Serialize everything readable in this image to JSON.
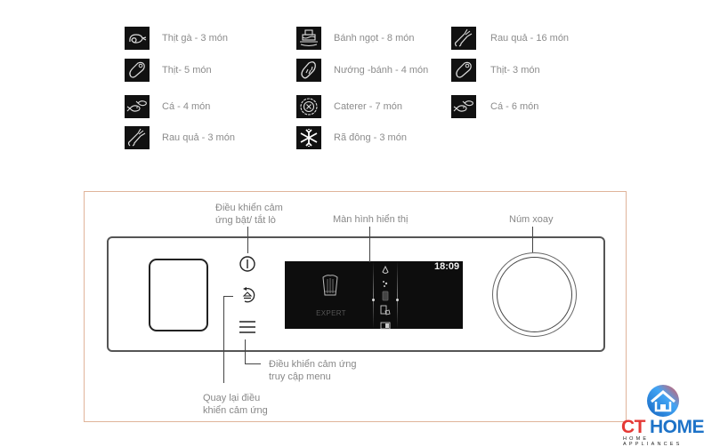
{
  "programs": {
    "col1": [
      {
        "icon": "chicken-icon",
        "label": "Thịt gà - 3 món"
      },
      {
        "icon": "meat-icon",
        "label": "Thịt- 5 món"
      },
      {
        "icon": "fish-icon",
        "label": "Cá - 4 món"
      },
      {
        "icon": "vegetable-icon",
        "label": "Rau quả - 3 món"
      }
    ],
    "col2": [
      {
        "icon": "cake-icon",
        "label": "Bánh ngọt - 8 món"
      },
      {
        "icon": "bread-icon",
        "label": "Nướng -bánh - 4 món"
      },
      {
        "icon": "caterer-icon",
        "label": "Caterer - 7 món"
      },
      {
        "icon": "snowflake-icon",
        "label": "Rã đông - 3 món"
      }
    ],
    "col3": [
      {
        "icon": "vegetable-icon",
        "label": "Rau quả - 16 món"
      },
      {
        "icon": "meat-icon",
        "label": "Thịt- 3 món"
      },
      {
        "icon": "fish-icon",
        "label": "Cá - 6 món"
      }
    ]
  },
  "panel": {
    "screen": {
      "mode_label": "EXPERT",
      "time": "18:09"
    }
  },
  "annotations": {
    "power": "Điều khiển cảm ứng bật/ tắt lò",
    "power_line1": "Điều khiển cảm",
    "power_line2": "ứng bật/ tắt lò",
    "display": "Màn hình hiển thị",
    "knob": "Núm xoay",
    "menu_line1": "Điều khiển cảm ứng",
    "menu_line2": "truy cập menu",
    "back_line1": "Quay lại điều",
    "back_line2": "khiển cảm ứng"
  },
  "logo": {
    "part1": "CT",
    "part2": "HOME",
    "subtitle": "HOME APPLIANCES",
    "color_red": "#e53935",
    "color_blue": "#1e73c8"
  }
}
